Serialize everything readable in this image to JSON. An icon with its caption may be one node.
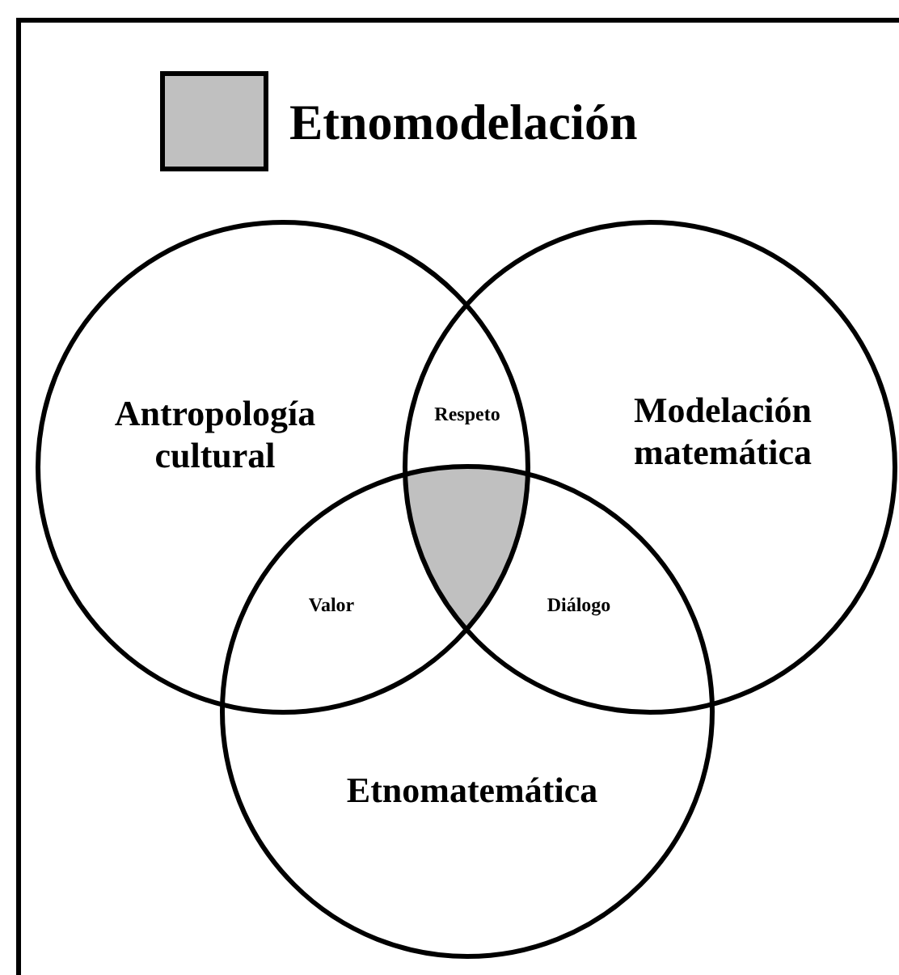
{
  "diagram": {
    "nodes": [
      {
        "text": [
          "Antropología cultural"
        ]
      },
      {
        "text": [
          "Modelación matemática"
        ]
      },
      {
        "text": [
          "Etnomatemática"
        ]
      },
      {
        "text": [],
        "shape": "region"
      }
    ],
    "edges": [],
    "labels": [
      "Respeto",
      "Valor",
      "Diálogo"
    ],
    "legend": [
      {
        "text": "Etnomodelación",
        "color": "#c0c0c0"
      }
    ]
  }
}
